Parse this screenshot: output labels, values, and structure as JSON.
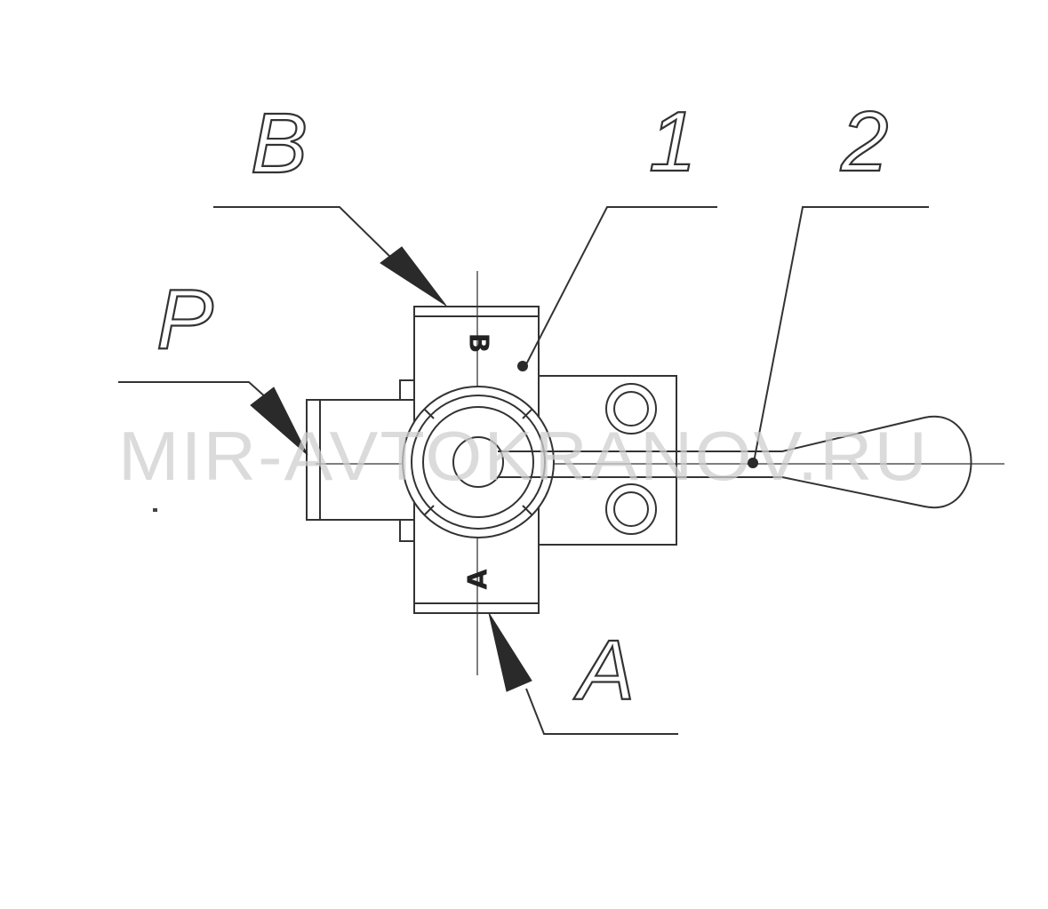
{
  "callouts": {
    "b": "B",
    "p": "P",
    "a": "A",
    "one": "1",
    "two": "2"
  },
  "port_marks": {
    "top": "B",
    "bottom": "A"
  },
  "watermark": "MIR-AVTOKRANOV.RU"
}
